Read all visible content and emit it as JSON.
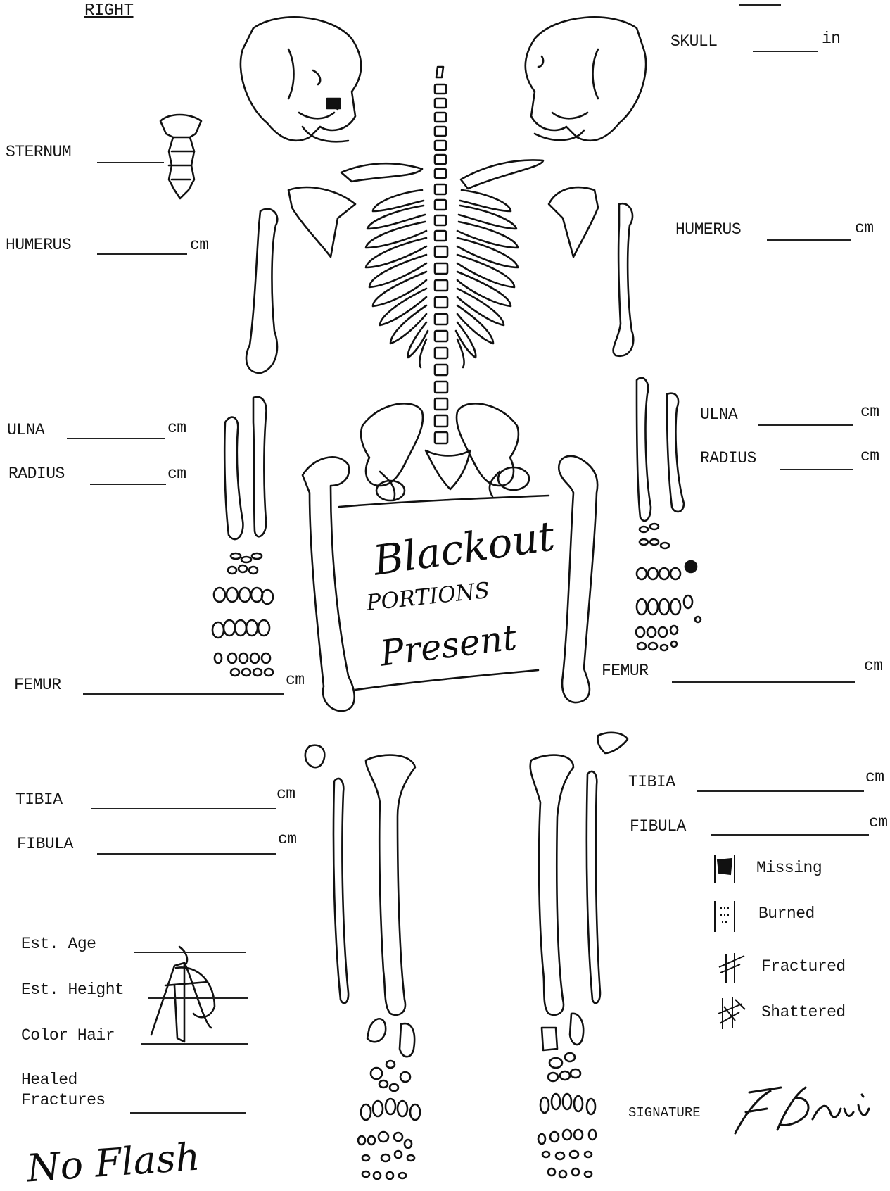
{
  "header": {
    "right_side": "RIGHT"
  },
  "fields": {
    "skull": {
      "label": "SKULL",
      "unit": "in"
    },
    "sternum": {
      "label": "STERNUM"
    },
    "humerus_right": {
      "label": "HUMERUS",
      "unit": "cm"
    },
    "humerus_left": {
      "label": "HUMERUS",
      "unit": "cm"
    },
    "ulna_right": {
      "label": "ULNA",
      "unit": "cm"
    },
    "radius_right": {
      "label": "RADIUS",
      "unit": "cm"
    },
    "ulna_left": {
      "label": "ULNA",
      "unit": "cm"
    },
    "radius_left": {
      "label": "RADIUS",
      "unit": "cm"
    },
    "femur_right": {
      "label": "FEMUR",
      "unit": "cm"
    },
    "femur_left": {
      "label": "FEMUR",
      "unit": "cm"
    },
    "tibia_right": {
      "label": "TIBIA",
      "unit": "cm"
    },
    "fibula_right": {
      "label": "FIBULA",
      "unit": "cm"
    },
    "tibia_left": {
      "label": "TIBIA",
      "unit": "cm"
    },
    "fibula_left": {
      "label": "FIBULA",
      "unit": "cm"
    }
  },
  "estimates": {
    "age": "Est. Age",
    "height": "Est. Height",
    "hair": "Color Hair",
    "fractures_line1": "Healed",
    "fractures_line2": "Fractures"
  },
  "legend": {
    "missing": "Missing",
    "burned": "Burned",
    "fractured": "Fractured",
    "shattered": "Shattered"
  },
  "signature": {
    "label": "SIGNATURE"
  },
  "handwriting": {
    "note_line1": "Blackout",
    "note_line2": "portions",
    "note_line3": "Present",
    "bottom_note": "No Flash"
  }
}
